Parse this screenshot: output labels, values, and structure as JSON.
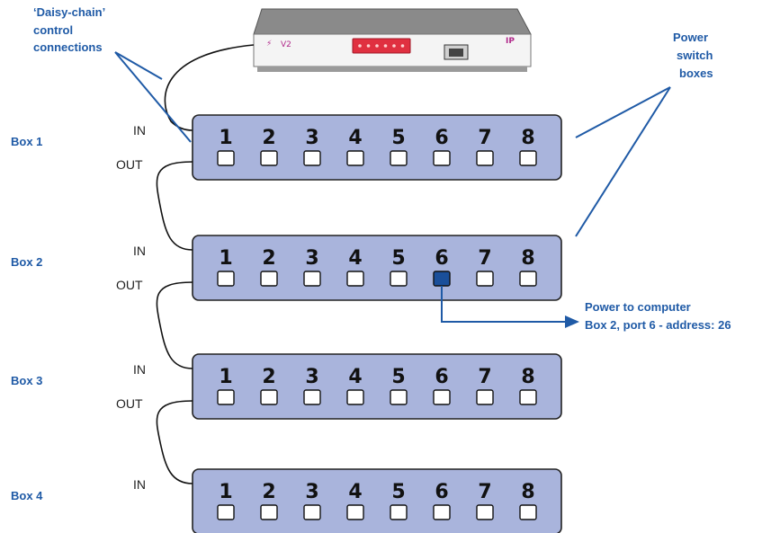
{
  "labels": {
    "daisy_chain_line1": "‘Daisy-chain’",
    "daisy_chain_line2": "control",
    "daisy_chain_line3": "connections",
    "power_switch_line1": "Power",
    "power_switch_line2": "switch",
    "power_switch_line3": "boxes",
    "power_to_computer_line1": "Power to computer",
    "power_to_computer_line2": "Box 2, port 6 - address: 26"
  },
  "controller": {
    "logo_text": "V2",
    "model_badge": "IP"
  },
  "colors": {
    "box_fill": "#a9b4dc",
    "box_stroke": "#222222",
    "label_blue": "#1f5aa6",
    "active_port": "#1a4f9a",
    "controller_red": "#e03040"
  },
  "boxes": [
    {
      "name": "Box 1",
      "in_label": "IN",
      "out_label": "OUT",
      "ports": [
        "1",
        "2",
        "3",
        "4",
        "5",
        "6",
        "7",
        "8"
      ],
      "active_port": null
    },
    {
      "name": "Box 2",
      "in_label": "IN",
      "out_label": "OUT",
      "ports": [
        "1",
        "2",
        "3",
        "4",
        "5",
        "6",
        "7",
        "8"
      ],
      "active_port": 6
    },
    {
      "name": "Box 3",
      "in_label": "IN",
      "out_label": "OUT",
      "ports": [
        "1",
        "2",
        "3",
        "4",
        "5",
        "6",
        "7",
        "8"
      ],
      "active_port": null
    },
    {
      "name": "Box 4",
      "in_label": "IN",
      "out_label": "",
      "ports": [
        "1",
        "2",
        "3",
        "4",
        "5",
        "6",
        "7",
        "8"
      ],
      "active_port": null
    }
  ]
}
